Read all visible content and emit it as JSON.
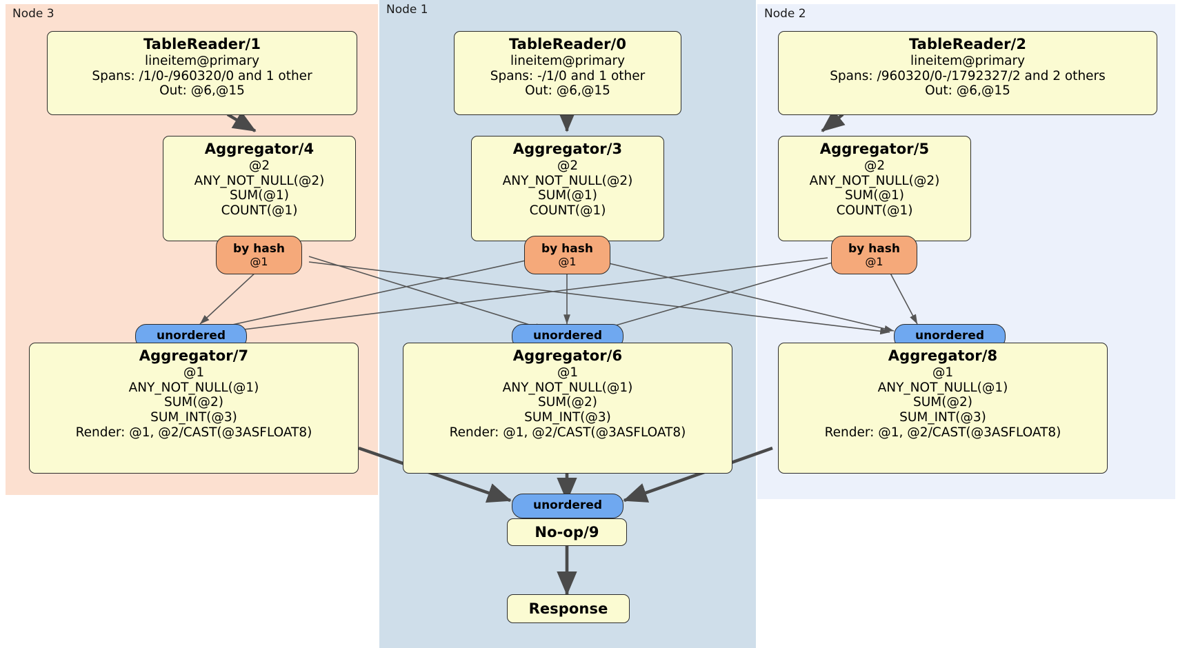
{
  "diagram": {
    "type": "distributed-query-plan",
    "nodes": [
      {
        "id": "node3",
        "label": "Node 3",
        "color": "#fce0d0"
      },
      {
        "id": "node1",
        "label": "Node 1",
        "color": "#cfdeea"
      },
      {
        "id": "node2",
        "label": "Node 2",
        "color": "#ecf1fb"
      }
    ],
    "processors": [
      {
        "id": "tablereader1",
        "node": "node3",
        "title": "TableReader/1",
        "lines": [
          "lineitem@primary",
          "Spans: /1/0-/960320/0 and 1 other",
          "Out: @6,@15"
        ]
      },
      {
        "id": "tablereader0",
        "node": "node1",
        "title": "TableReader/0",
        "lines": [
          "lineitem@primary",
          "Spans: -/1/0 and 1 other",
          "Out: @6,@15"
        ]
      },
      {
        "id": "tablereader2",
        "node": "node2",
        "title": "TableReader/2",
        "lines": [
          "lineitem@primary",
          "Spans: /960320/0-/1792327/2 and 2 others",
          "Out: @6,@15"
        ]
      },
      {
        "id": "aggregator4",
        "node": "node3",
        "title": "Aggregator/4",
        "lines": [
          "@2",
          "ANY_NOT_NULL(@2)",
          "SUM(@1)",
          "COUNT(@1)"
        ]
      },
      {
        "id": "aggregator3",
        "node": "node1",
        "title": "Aggregator/3",
        "lines": [
          "@2",
          "ANY_NOT_NULL(@2)",
          "SUM(@1)",
          "COUNT(@1)"
        ]
      },
      {
        "id": "aggregator5",
        "node": "node2",
        "title": "Aggregator/5",
        "lines": [
          "@2",
          "ANY_NOT_NULL(@2)",
          "SUM(@1)",
          "COUNT(@1)"
        ]
      },
      {
        "id": "aggregator7",
        "node": "node3",
        "title": "Aggregator/7",
        "lines": [
          "@1",
          "ANY_NOT_NULL(@1)",
          "SUM(@2)",
          "SUM_INT(@3)",
          "Render: @1, @2/CAST(@3ASFLOAT8)"
        ]
      },
      {
        "id": "aggregator6",
        "node": "node1",
        "title": "Aggregator/6",
        "lines": [
          "@1",
          "ANY_NOT_NULL(@1)",
          "SUM(@2)",
          "SUM_INT(@3)",
          "Render: @1, @2/CAST(@3ASFLOAT8)"
        ]
      },
      {
        "id": "aggregator8",
        "node": "node2",
        "title": "Aggregator/8",
        "lines": [
          "@1",
          "ANY_NOT_NULL(@1)",
          "SUM(@2)",
          "SUM_INT(@3)",
          "Render: @1, @2/CAST(@3ASFLOAT8)"
        ]
      },
      {
        "id": "noop9",
        "node": "node1",
        "title": "No-op/9",
        "lines": []
      },
      {
        "id": "response",
        "node": "node1",
        "title": "Response",
        "lines": []
      }
    ],
    "routers": [
      {
        "id": "hash4",
        "node": "node3",
        "kind": "by-hash",
        "label": "by hash",
        "column": "@1",
        "color": "#f5a97a"
      },
      {
        "id": "hash3",
        "node": "node1",
        "kind": "by-hash",
        "label": "by hash",
        "column": "@1",
        "color": "#f5a97a"
      },
      {
        "id": "hash5",
        "node": "node2",
        "kind": "by-hash",
        "label": "by hash",
        "column": "@1",
        "color": "#f5a97a"
      }
    ],
    "synchronizers": [
      {
        "id": "sync7",
        "node": "node3",
        "label": "unordered",
        "color": "#6fa8f0"
      },
      {
        "id": "sync6",
        "node": "node1",
        "label": "unordered",
        "color": "#6fa8f0"
      },
      {
        "id": "sync8",
        "node": "node2",
        "label": "unordered",
        "color": "#6fa8f0"
      },
      {
        "id": "sync9",
        "node": "node1",
        "label": "unordered",
        "color": "#6fa8f0"
      }
    ]
  }
}
